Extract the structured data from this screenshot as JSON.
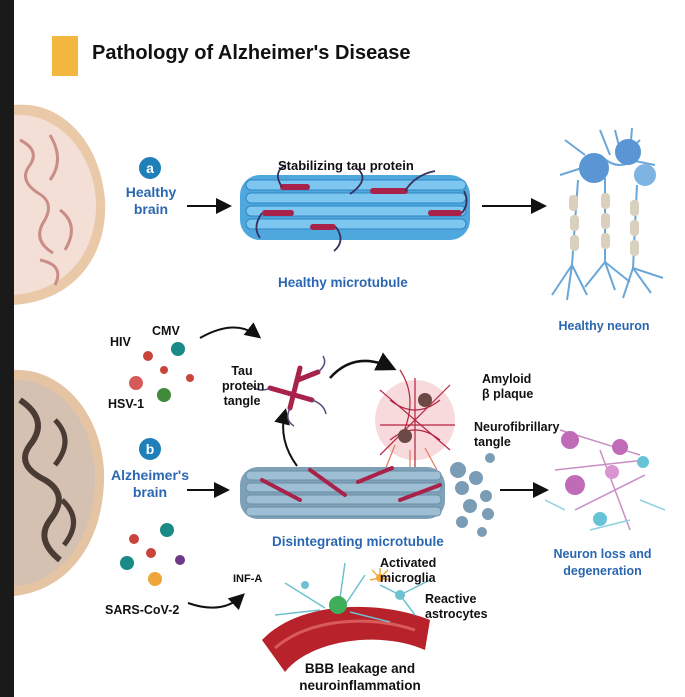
{
  "title": "Pathology of Alzheimer's Disease",
  "colors": {
    "accent": "#f3b63f",
    "label_blue": "#2b67b0",
    "badge": "#1f7fb8",
    "microtubule": "#4ea8de",
    "tau": "#a8224a"
  },
  "panel_a": {
    "badge": "a",
    "brain_label": "Healthy brain",
    "tau_label": "Stabilizing tau protein",
    "microtubule_label": "Healthy microtubule",
    "neuron_label": "Healthy neuron"
  },
  "panel_b": {
    "badge": "b",
    "brain_label": "Alzheimer's brain",
    "viruses": [
      "HIV",
      "CMV",
      "HSV-1",
      "SARS-CoV-2"
    ],
    "tangle_label": "Tau protein tangle",
    "plaque_label": "Amyloid β plaque",
    "nft_label": "Neurofibrillary tangle",
    "microtubule_label": "Disintegrating microtubule",
    "neuron_label": "Neuron loss and degeneration",
    "inf_label": "INF-A",
    "microglia_label": "Activated microglia",
    "astro_label": "Reactive astrocytes",
    "bbb_label": "BBB leakage and neuroinflammation"
  }
}
